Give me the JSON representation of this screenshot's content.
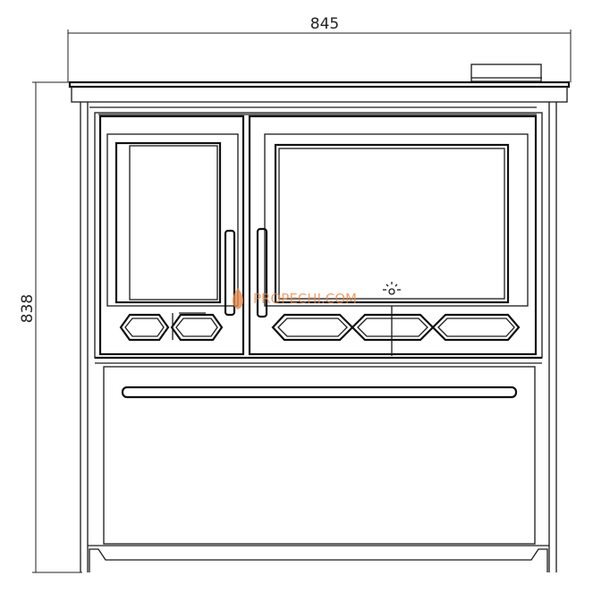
{
  "dimensions": {
    "width_label": "845",
    "height_label": "838"
  },
  "watermark": {
    "text": "PROPECHI.COM",
    "color": "#e8894a"
  },
  "colors": {
    "line": "#1a1a1a",
    "background": "#ffffff"
  }
}
